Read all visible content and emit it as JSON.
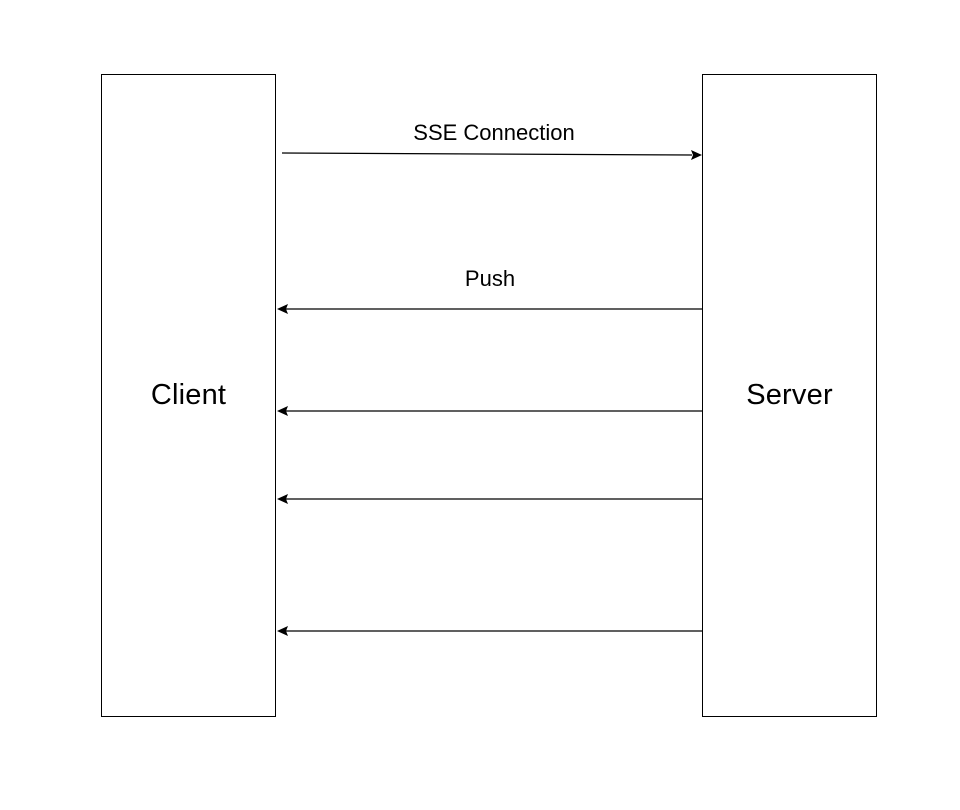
{
  "client": {
    "label": "Client"
  },
  "server": {
    "label": "Server"
  },
  "messages": [
    {
      "label": "SSE Connection",
      "direction": "client-to-server"
    },
    {
      "label": "Push",
      "direction": "server-to-client"
    },
    {
      "label": "",
      "direction": "server-to-client"
    },
    {
      "label": "",
      "direction": "server-to-client"
    },
    {
      "label": "",
      "direction": "server-to-client"
    }
  ]
}
